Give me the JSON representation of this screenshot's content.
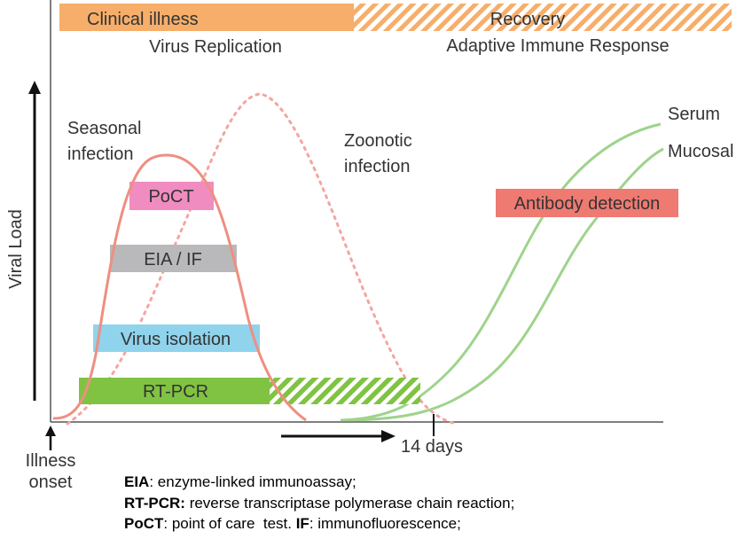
{
  "phases": {
    "clinical": "Clinical illness",
    "recovery": "Recovery",
    "replication": "Virus Replication",
    "immune": "Adaptive Immune Response"
  },
  "y_axis_label": "Viral Load",
  "curves": {
    "seasonal": [
      "Seasonal",
      "infection"
    ],
    "zoonotic": [
      "Zoonotic",
      "infection"
    ],
    "serum": "Serum",
    "mucosal": "Mucosal"
  },
  "tests": {
    "poct": "PoCT",
    "eia": "EIA / IF",
    "isolation": "Virus isolation",
    "rtpcr": "RT-PCR",
    "antibody": "Antibody detection"
  },
  "time": {
    "days": "14 days",
    "onset": [
      "Illness",
      "onset"
    ]
  },
  "legend": [
    {
      "term": "EIA",
      "sep": ": ",
      "desc": "enzyme-linked immunoassay;"
    },
    {
      "term": "RT-PCR:",
      "sep": " ",
      "desc": "reverse transcriptase polymerase chain reaction;"
    },
    {
      "term": "PoCT",
      "sep": ": ",
      "desc": "point of care  test. ",
      "term2": "IF",
      "sep2": ": ",
      "desc2": "immunofluorescence;"
    }
  ],
  "colors": {
    "orange": "#f6ae6a",
    "seasonal_curve": "#ee8f80",
    "zoonotic_curve": "#f4a5a0",
    "antibody_curve": "#9fd38c",
    "poct": "#f08cbf",
    "eia": "#b9b9bb",
    "isolation": "#8fd3ec",
    "rtpcr": "#80c342",
    "antibody_box": "#ee7a72"
  }
}
